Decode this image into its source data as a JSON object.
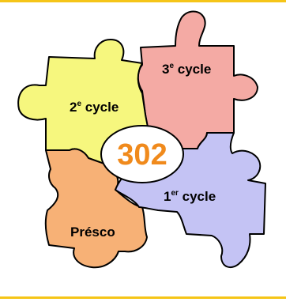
{
  "pieces": {
    "third_cycle": {
      "num": "3",
      "sup": "e",
      "rest": " cycle",
      "color": "#f4aaa4"
    },
    "second_cycle": {
      "num": "2",
      "sup": "e",
      "rest": " cycle",
      "color": "#f6f77e"
    },
    "first_cycle": {
      "num": "1",
      "sup": "er",
      "rest": " cycle",
      "color": "#c4c3f4"
    },
    "presco": {
      "label": "Présco",
      "color": "#f7b176"
    }
  },
  "center": {
    "value": "302",
    "color": "#f08a1c"
  },
  "accent_rule_color": "#f5c518"
}
